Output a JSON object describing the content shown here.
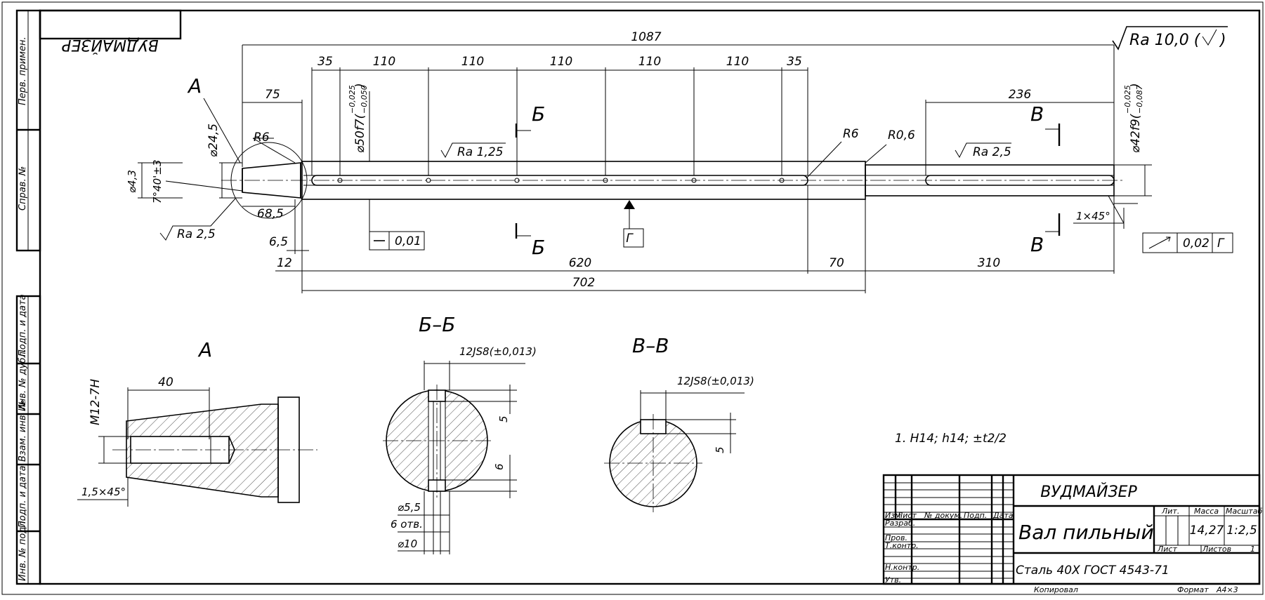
{
  "company": "ВУДМАЙЗЕР",
  "company_mirrored": "ВУДМАЙЗЕР",
  "part_name": "Вал пильный",
  "material": "Сталь 40Х ГОСТ 4543-71",
  "roughness_general": "Ra 10,0 (",
  "side_columns": [
    "Перв. примен.",
    "Справ. №",
    "Подп. и дата",
    "Инв. № дубл.",
    "Взам. инв. №",
    "Подп. и дата",
    "Инв. № подл."
  ],
  "dims": {
    "overall": "1087",
    "d35a": "35",
    "d110a": "110",
    "d110b": "110",
    "d110c": "110",
    "d110d": "110",
    "d110e": "110",
    "d35b": "35",
    "d75": "75",
    "d236": "236",
    "phi50": "⌀50f7(",
    "phi50_up": "−0,025",
    "phi50_lo": "−0,050",
    "phi42": "⌀42f9(",
    "phi42_up": "−0,025",
    "phi42_lo": "−0,087",
    "phi24": "⌀24,5",
    "phi43": "⌀4,3",
    "angle": "7°40'±3",
    "r6a": "R6",
    "r6b": "R6",
    "r06": "R0,6",
    "ra125": "Ra 1,25",
    "ra25a": "Ra 2,5",
    "ra25b": "Ra 2,5",
    "d685": "68,5",
    "d65": "6,5",
    "d12": "12",
    "d620": "620",
    "d70": "70",
    "d310": "310",
    "d702": "702",
    "chamfer1": "1×45°",
    "flat": "0,01",
    "datum": "Г",
    "runout": "0,02",
    "runout_datum": "Г"
  },
  "sections": {
    "A": "А",
    "B": "Б",
    "V": "В",
    "bb": "Б–Б",
    "vv": "В–В",
    "a_title": "А"
  },
  "detail": {
    "m12": "M12-7H",
    "d40": "40",
    "chamfer": "1,5×45°",
    "key1": "12JS8(±0,013)",
    "k5a": "5",
    "k6": "6",
    "phi55": "⌀5,5",
    "holes": "6 отв.",
    "phi10": "⌀10",
    "key2": "12JS8(±0,013)",
    "k5b": "5"
  },
  "note": "1. H14; h14; ±t2/2",
  "title_block": {
    "izm": "Изм",
    "list": "Лист",
    "ndoc": "№ докум.",
    "podp": "Подп.",
    "data": "Дата",
    "razrab": "Разраб.",
    "prov": "Пров.",
    "tkontr": "Т.контр.",
    "nkontr": "Н.контр.",
    "utv": "Утв.",
    "lit": "Лит.",
    "massa": "Масса",
    "masshtab": "Масштаб",
    "mass_val": "14,27",
    "scale_val": "1:2,5",
    "sheet": "Лист",
    "sheets": "Листов",
    "sheets_val": "1",
    "copied": "Копировал",
    "format": "Формат",
    "format_val": "А4×3"
  }
}
